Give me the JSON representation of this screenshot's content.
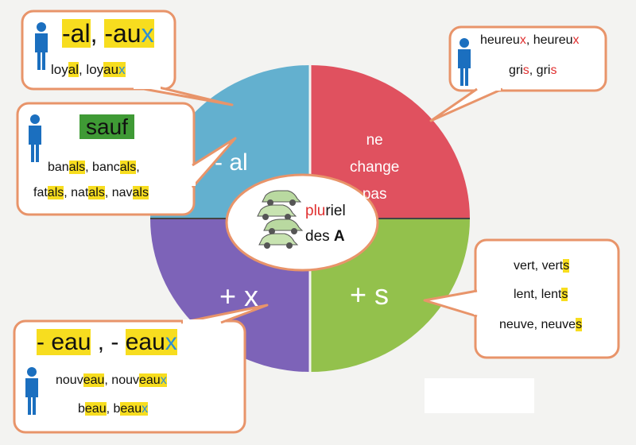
{
  "title_center": {
    "line1_red": "plu",
    "line1_rest": "riel",
    "line2_prefix": "des ",
    "line2_bold": "A"
  },
  "quadrants": {
    "top_left": {
      "label": "- al"
    },
    "top_right": {
      "line1": "ne",
      "line2": "change",
      "line3": "pas"
    },
    "bottom_left": {
      "label": "+ x"
    },
    "bottom_right": {
      "label": "+ s"
    }
  },
  "bubble_al": {
    "heading_1": "-al",
    "heading_sep": ", ",
    "heading_2": "-au",
    "heading_2_x": "x",
    "example_a": "loy",
    "example_a_hl": "al",
    "example_sep": ", loy",
    "example_b_hl": "au",
    "example_b_x": "x"
  },
  "bubble_sauf": {
    "heading": "sauf",
    "row1": [
      {
        "stem": "ban",
        "end": "als",
        "sep": ", "
      },
      {
        "stem": "banc",
        "end": "als",
        "sep": ","
      }
    ],
    "row2": [
      {
        "stem": "fat",
        "end": "als",
        "sep": ", "
      },
      {
        "stem": "nat",
        "end": "als",
        "sep": ", "
      },
      {
        "stem": "nav",
        "end": "als",
        "sep": ""
      }
    ]
  },
  "bubble_heureux": {
    "row1_a": "heureu",
    "row1_a_x": "x",
    "row1_sep": ", heureu",
    "row1_b_x": "x",
    "row2_a": "gri",
    "row2_a_s": "s",
    "row2_sep": ", gri",
    "row2_b_s": "s"
  },
  "bubble_s": {
    "rows": [
      {
        "base": "vert, vert",
        "end": "s"
      },
      {
        "base": "lent, lent",
        "end": "s"
      },
      {
        "base": "neuve, neuve",
        "end": "s"
      }
    ]
  },
  "bubble_eau": {
    "heading_1": "- eau",
    "heading_sep": " , - ",
    "heading_2": "eau",
    "heading_2_x": "x",
    "row1_stem": "nouv",
    "row1_hl": "eau",
    "row1_sep": ", nouv",
    "row1_hl2": "eau",
    "row1_x": "x",
    "row2_stem": "b",
    "row2_hl": "eau",
    "row2_sep": ", b",
    "row2_hl2": "eau",
    "row2_x": "x"
  },
  "colors": {
    "top_left": "#63b0cf",
    "top_right": "#e0515f",
    "bottom_left": "#7d63b8",
    "bottom_right": "#93c14c",
    "bubble_border": "#e8946a",
    "highlight": "#f7dd1f",
    "x_blue": "#2c8fd4",
    "red_text": "#e03030",
    "person": "#1b6fbf"
  },
  "icons": [
    "person-icon",
    "car-stack-icon"
  ]
}
